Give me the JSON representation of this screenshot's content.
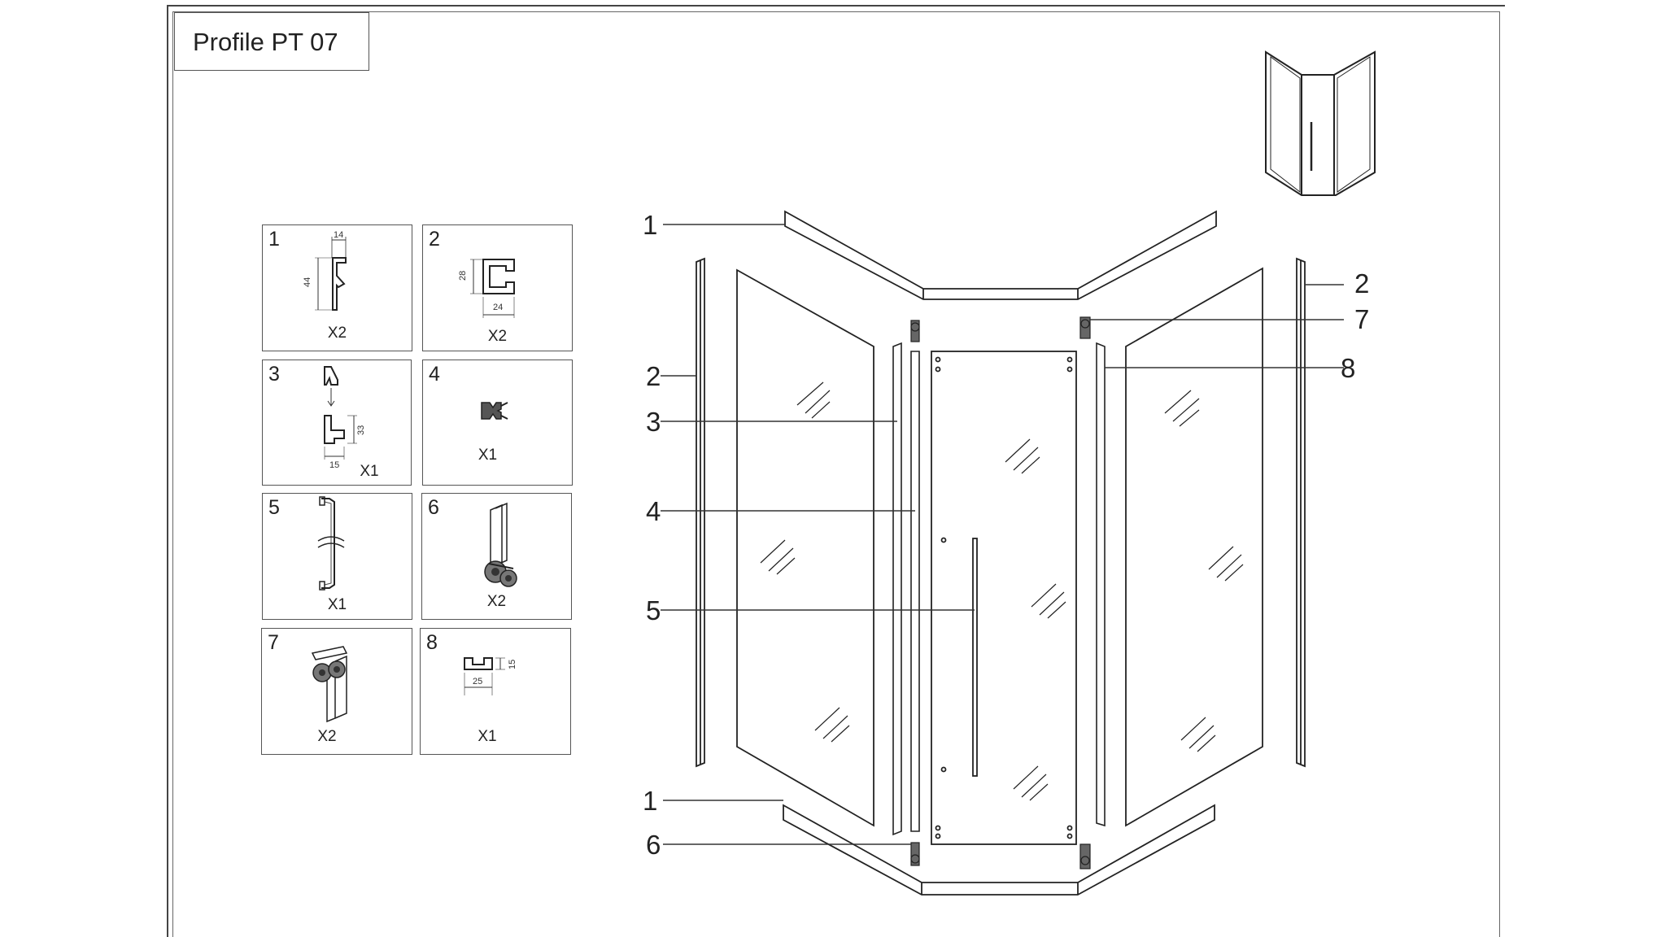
{
  "title": "Profile PT 07",
  "parts": [
    {
      "number": "1",
      "quantity": "X2",
      "dims": [
        "14",
        "44"
      ]
    },
    {
      "number": "2",
      "quantity": "X2",
      "dims": [
        "28",
        "24"
      ]
    },
    {
      "number": "3",
      "quantity": "X1",
      "dims": [
        "33",
        "15"
      ]
    },
    {
      "number": "4",
      "quantity": "X1",
      "dims": []
    },
    {
      "number": "5",
      "quantity": "X1",
      "dims": []
    },
    {
      "number": "6",
      "quantity": "X2",
      "dims": []
    },
    {
      "number": "7",
      "quantity": "X2",
      "dims": []
    },
    {
      "number": "8",
      "quantity": "X1",
      "dims": [
        "15",
        "25"
      ]
    }
  ],
  "callouts": {
    "top_left_1": "1",
    "right_2": "2",
    "right_7": "7",
    "right_8": "8",
    "left_2": "2",
    "left_3": "3",
    "left_4": "4",
    "left_5": "5",
    "bottom_1": "1",
    "bottom_6": "6"
  }
}
